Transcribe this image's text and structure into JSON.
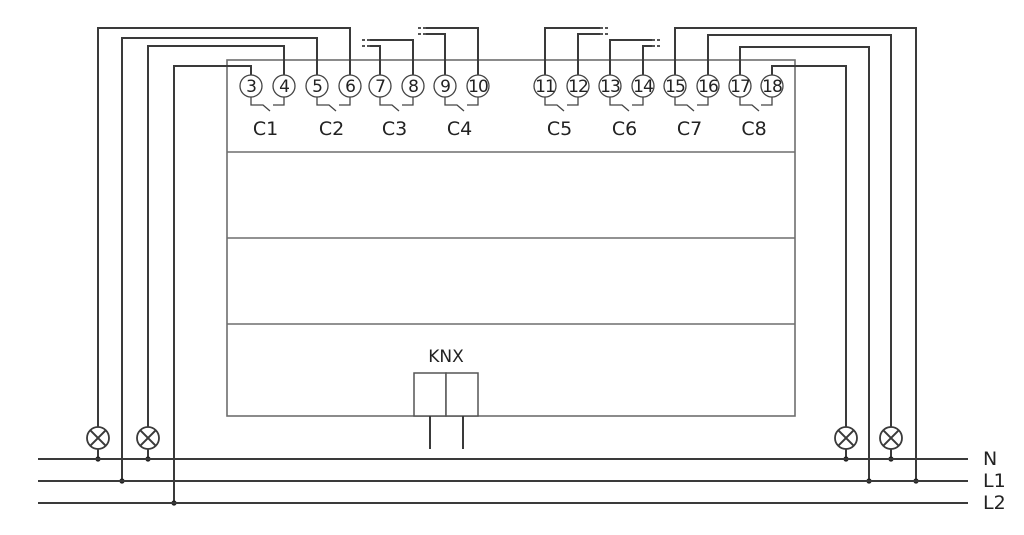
{
  "diagram": {
    "terminals": [
      "3",
      "4",
      "5",
      "6",
      "7",
      "8",
      "9",
      "10",
      "11",
      "12",
      "13",
      "14",
      "15",
      "16",
      "17",
      "18"
    ],
    "channels": [
      "C1",
      "C2",
      "C3",
      "C4",
      "C5",
      "C6",
      "C7",
      "C8"
    ],
    "bus_label": "KNX",
    "lines": [
      "N",
      "L1",
      "L2"
    ],
    "colors": {
      "wire": "#3a3a3a",
      "box": "#6e6e6e",
      "background": "#ffffff"
    }
  }
}
